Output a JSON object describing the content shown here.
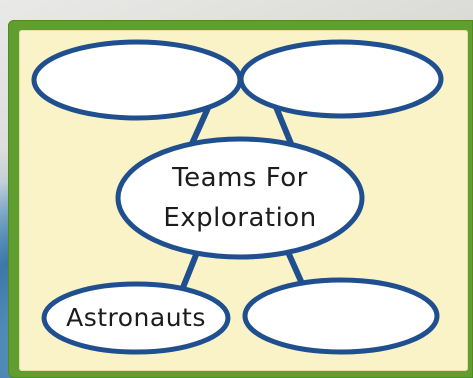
{
  "diagram": {
    "center_node": {
      "line1": "Teams For",
      "line2": "Exploration"
    },
    "nodes": [
      {
        "position": "top-left",
        "text": ""
      },
      {
        "position": "top-right",
        "text": ""
      },
      {
        "position": "bottom-left",
        "text": "Astronauts"
      },
      {
        "position": "bottom-right",
        "text": ""
      }
    ]
  },
  "colors": {
    "outline": "#1f4f8f",
    "node_fill": "#ffffff",
    "panel": "#fbf3c8",
    "frame": "#5f9e2f"
  }
}
